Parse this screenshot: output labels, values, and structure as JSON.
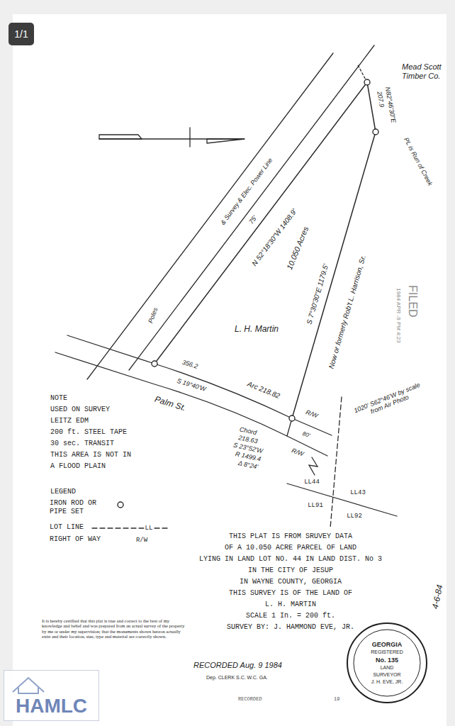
{
  "diagram": {
    "nodes": [
      {
        "text": [
          "1/1"
        ]
      },
      {
        "text": [
          "HAMLC"
        ]
      },
      {
        "text": [
          "GEORGIA",
          "REGISTERED",
          "No. 135",
          "LAND",
          "SURVEYOR",
          "J. H. EVE, JR."
        ]
      }
    ],
    "labels": [
      "Mead Scott Timber Co.",
      "PL is Run of Creek",
      "207.9",
      "N82°46'30\"E",
      "& Survey & Elec. Power Line",
      "75'",
      "N 52°18'30\"W 1408.9'",
      "10.050 Acres",
      "L. H. Martin",
      "S 7°30'30\"E 1179.5'",
      "Now or formerly Rob't L. Harrison, Sr.",
      "Poles",
      "356.2",
      "S 19°40'W",
      "Palm St.",
      "Arc 218.82",
      "Chord",
      "218.63",
      "S 23°52'W",
      "R 1499.4",
      "Δ 8°24'",
      "R/W",
      "80'",
      "R/W",
      "1020' S62°46'W by scale from Air Photo",
      "LL44",
      "LL43",
      "LL91",
      "LL92",
      "FILED",
      "1984 APR -9 PM 4:23",
      "NOTE",
      "USED ON SURVEY",
      "LEITZ EDM",
      "200 ft. STEEL TAPE",
      "30 sec. TRANSIT",
      "THIS AREA IS NOT IN",
      "A FLOOD PLAIN",
      "LEGEND",
      "LL",
      "R/W",
      "THIS PLAT IS FROM SRUVEY DATA",
      "OF A 10.050 ACRE PARCEL OF LAND",
      "LYING IN LAND LOT NO. 44 IN LAND DIST. No 3",
      "IN THE CITY OF JESUP",
      "IN WAYNE COUNTY, GEORGIA",
      "THIS SURVEY IS OF THE LAND OF",
      "L. H. MARTIN",
      "SCALE 1 In. = 200 ft.",
      "SURVEY BY: J. HAMMOND EVE, JR.",
      "It is hereby certified that this plat is true and correct to the best of my knowledge and belief and was prepared from an actual survey of the property by me or under my supervision; that the monuments shown hereon actually exist and their location, size, type and material are correctly shown.",
      "RECORDED Aug. 9 1984",
      "Dep. CLERK S.C. W.C. GA.",
      "RECORDED",
      "19",
      "4-6-84"
    ],
    "legend": [
      {
        "text": "IRON ROD OR PIPE SET"
      },
      {
        "text": "LOT LINE"
      },
      {
        "text": "RIGHT OF WAY"
      }
    ]
  }
}
